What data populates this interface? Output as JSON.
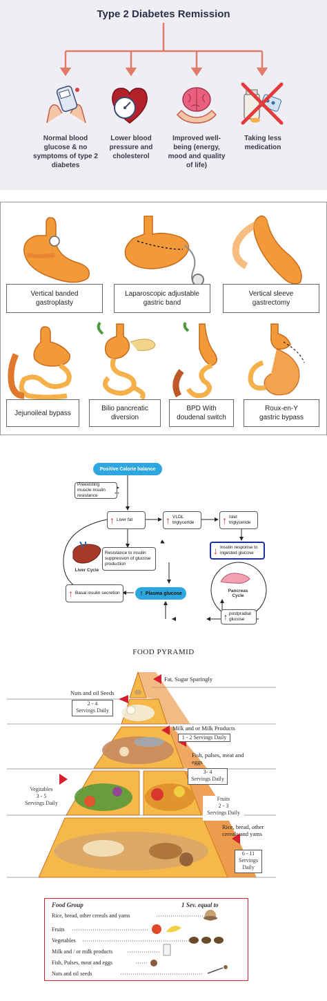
{
  "remission": {
    "title": "Type 2 Diabetes Remission",
    "outcomes": [
      {
        "icon": "glucose-meter-icon",
        "line1": "Normal blood",
        "line2": "glucose & no",
        "line3": "symptoms of type 2",
        "line4": "diabetes"
      },
      {
        "icon": "heart-gauge-icon",
        "line1": "Lower blood",
        "line2": "pressure and",
        "line3": "cholesterol",
        "line4": ""
      },
      {
        "icon": "brain-hands-icon",
        "line1": "Improved well-",
        "line2": "being (energy,",
        "line3": "mood and quality",
        "line4": "of life)"
      },
      {
        "icon": "crossed-pills-icon",
        "line1": "Taking less",
        "line2": "medication",
        "line3": "",
        "line4": ""
      }
    ],
    "colors": {
      "arrow": "#e27a68",
      "background": "#efeef5",
      "title": "#2b2f4a"
    }
  },
  "surgery": {
    "procedures": [
      {
        "line1": "Vertical banded",
        "line2": "gastroplasty"
      },
      {
        "line1": "Laparoscopic adjustable",
        "line2": "gastric band"
      },
      {
        "line1": "Vertical sleeve",
        "line2": "gastrectomy"
      },
      {
        "line1": "Jejunoileal bypass",
        "line2": ""
      },
      {
        "line1": "Bilio pancreatic",
        "line2": "diversion"
      },
      {
        "line1": "BPD With",
        "line2": "doudenal switch"
      },
      {
        "line1": "Roux-en-Y",
        "line2": "gastric bypass"
      }
    ],
    "colors": {
      "stomach": "#f29a3a",
      "intestine": "#f5b04a",
      "colon": "#e0782e"
    }
  },
  "flowchart": {
    "positive_calorie": "Positive Calorie balance",
    "preexisting": "Preexisting muscle insulin resistance",
    "plus": "++",
    "liver_fat": "Liver fat",
    "vldl": "VLDL triglyceride",
    "islet": "Islet triglyceride",
    "insulin_response": "Insulin response to ingested glucose",
    "resistance": "Resistance to insulin suppression of glucose production",
    "liver_cycle": "Liver Cycle",
    "basal_insulin": "Basal insulin secretion",
    "plasma_glucose": "Plasma glucose",
    "pancreas_cycle": "Pancreas Cycle",
    "postprandial": "postpradial glucose",
    "colors": {
      "pill": "#2ea7e0",
      "up_arrow": "#e02424",
      "down_arrow": "#e02424",
      "blue_border": "#1f2fa0"
    }
  },
  "pyramid": {
    "title": "FOOD PYRAMID",
    "tiers": [
      {
        "name": "Nuts and oil Seeds",
        "servings_count": "2 - 4",
        "servings_label": "Servings Daily"
      },
      {
        "name": "Fat, Sugar Sparingly"
      },
      {
        "name": "Milk and or Milk Products",
        "servings_count": "1 - 2",
        "servings_label": "Servings Daily"
      },
      {
        "name": "Fish, pulses, meat and eggs",
        "servings_count": "3- 4",
        "servings_label": "Servings Daily"
      },
      {
        "name": "Vegitables",
        "servings_count": "3 - 5",
        "servings_label": "Servings Daily"
      },
      {
        "name": "Fruits",
        "servings_count": "2 - 3",
        "servings_label": "Servings Daily"
      },
      {
        "name": "Rice, bread, other cereals and yams",
        "servings_count": "6 - 11",
        "servings_label": "Servings Daily"
      }
    ],
    "legend": {
      "header_group": "Food Group",
      "header_serving": "1 Sev. equal to",
      "rows": [
        "Rice, bread, other cereals and yams",
        "Fruits",
        "Vegetables",
        "Milk and / or milk products",
        "Fish, Pulses, meat and eggs",
        "Nuts and oil seeds"
      ]
    },
    "colors": {
      "pyramid_light": "#f7b84a",
      "pyramid_dark": "#e8821f",
      "marker": "#d4202c",
      "legend_border": "#d4202c"
    }
  }
}
